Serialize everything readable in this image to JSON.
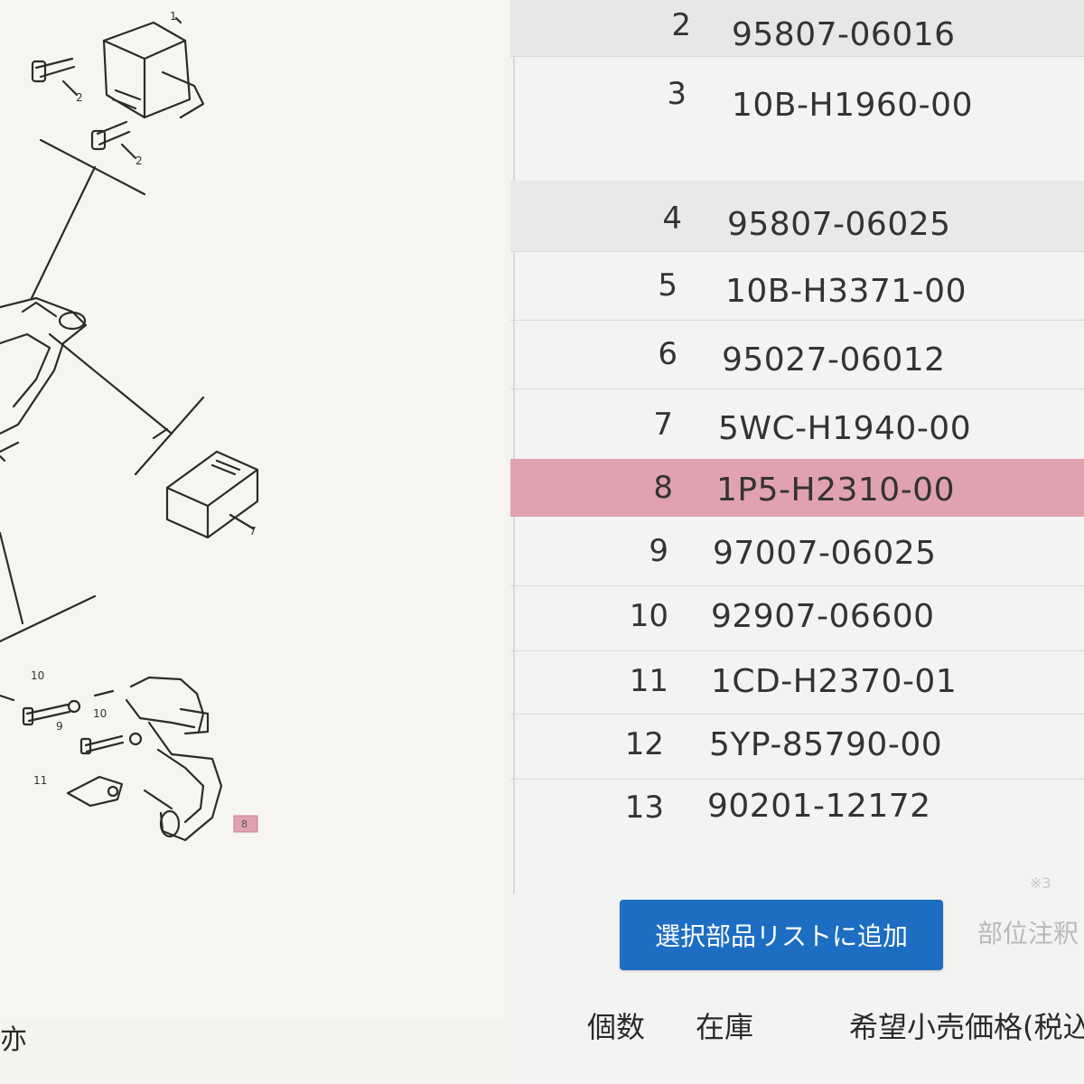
{
  "parts_list": [
    {
      "num": "2",
      "part_no": "95807-06016"
    },
    {
      "num": "3",
      "part_no": "10B-H1960-00"
    },
    {
      "num": "4",
      "part_no": "95807-06025"
    },
    {
      "num": "5",
      "part_no": "10B-H3371-00"
    },
    {
      "num": "6",
      "part_no": "95027-06012"
    },
    {
      "num": "7",
      "part_no": "5WC-H1940-00"
    },
    {
      "num": "8",
      "part_no": "1P5-H2310-00",
      "selected": true
    },
    {
      "num": "9",
      "part_no": "97007-06025"
    },
    {
      "num": "10",
      "part_no": "92907-06600"
    },
    {
      "num": "11",
      "part_no": "1CD-H2370-01"
    },
    {
      "num": "12",
      "part_no": "5YP-85790-00"
    },
    {
      "num": "13",
      "part_no": "90201-12172"
    }
  ],
  "diagram": {
    "callouts": [
      "1",
      "2",
      "2",
      "7",
      "10",
      "10",
      "9",
      "11",
      "8"
    ]
  },
  "actions": {
    "add_button_label": "選択部品リストに追加",
    "faint_button_label": "部位注釈",
    "faint_mark": "※3"
  },
  "table_header": {
    "left_fragment": "亦",
    "quantity": "個数",
    "stock": "在庫",
    "price": "希望小売価格(税込"
  },
  "colors": {
    "accent_button": "#1d6ec2",
    "selected_row": "#e0a2ae"
  }
}
